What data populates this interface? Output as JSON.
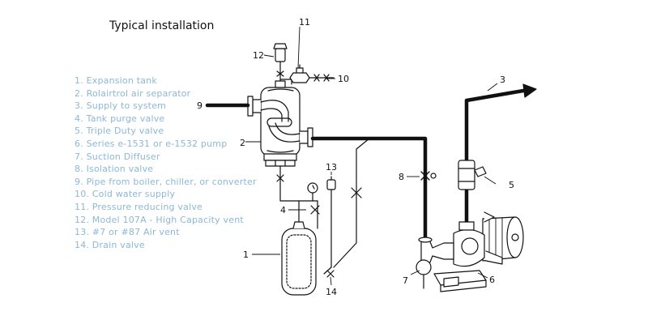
{
  "title": "Typical installation",
  "legend": [
    "1.   Expansion tank",
    "2.   Rolairtrol air separator",
    "3.   Supply to system",
    "4.   Tank purge valve",
    "5.   Triple Duty valve",
    "6.   Series e-1531 or e-1532 pump",
    "7.   Suction Diffuser",
    "8.   Isolation valve",
    "9.   Pipe from boiler, chiller, or converter",
    "10.  Cold water supply",
    "11.  Pressure reducing valve",
    "12.  Model 107A - High Capacity vent",
    "13. #7 or #87 Air vent",
    "14.  Drain valve"
  ],
  "callouts": {
    "n1": "1",
    "n2": "2",
    "n3": "3",
    "n4": "4",
    "n5": "5",
    "n6": "6",
    "n7": "7",
    "n8": "8",
    "n9": "9",
    "n10": "10",
    "n11": "11",
    "n12": "12",
    "n13": "13",
    "n14": "14"
  },
  "colors": {
    "legend_text": "#8cb8d6",
    "line": "#111111"
  }
}
